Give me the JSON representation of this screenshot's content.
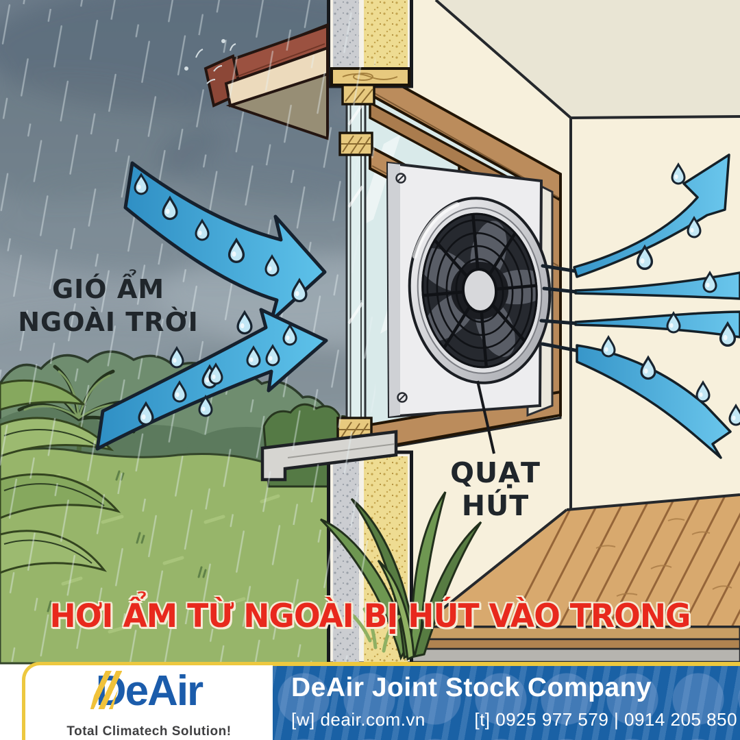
{
  "scene": {
    "outdoor_label_line1": "GIÓ ẨM",
    "outdoor_label_line2": "NGOÀI TRỜI",
    "fan_label": "QUẠT HÚT",
    "banner_text": "HƠI ẨM TỪ NGOÀI BỊ HÚT VÀO TRONG"
  },
  "footer": {
    "logo_text": "DeAir",
    "tagline": "Total Climatech Solution!",
    "company_name": "DeAir Joint Stock Company",
    "website_tag": "[w]",
    "website": "deair.com.vn",
    "phone_tag": "[t]",
    "phone_numbers": "0925 977 579 | 0914 205 850"
  },
  "colors": {
    "airflow_blue": "#3f9fd0",
    "brand_blue": "#1b5cab",
    "brand_yellow": "#f0c23a",
    "banner_red": "#e8291d",
    "footer_background": "#1a61a5"
  }
}
